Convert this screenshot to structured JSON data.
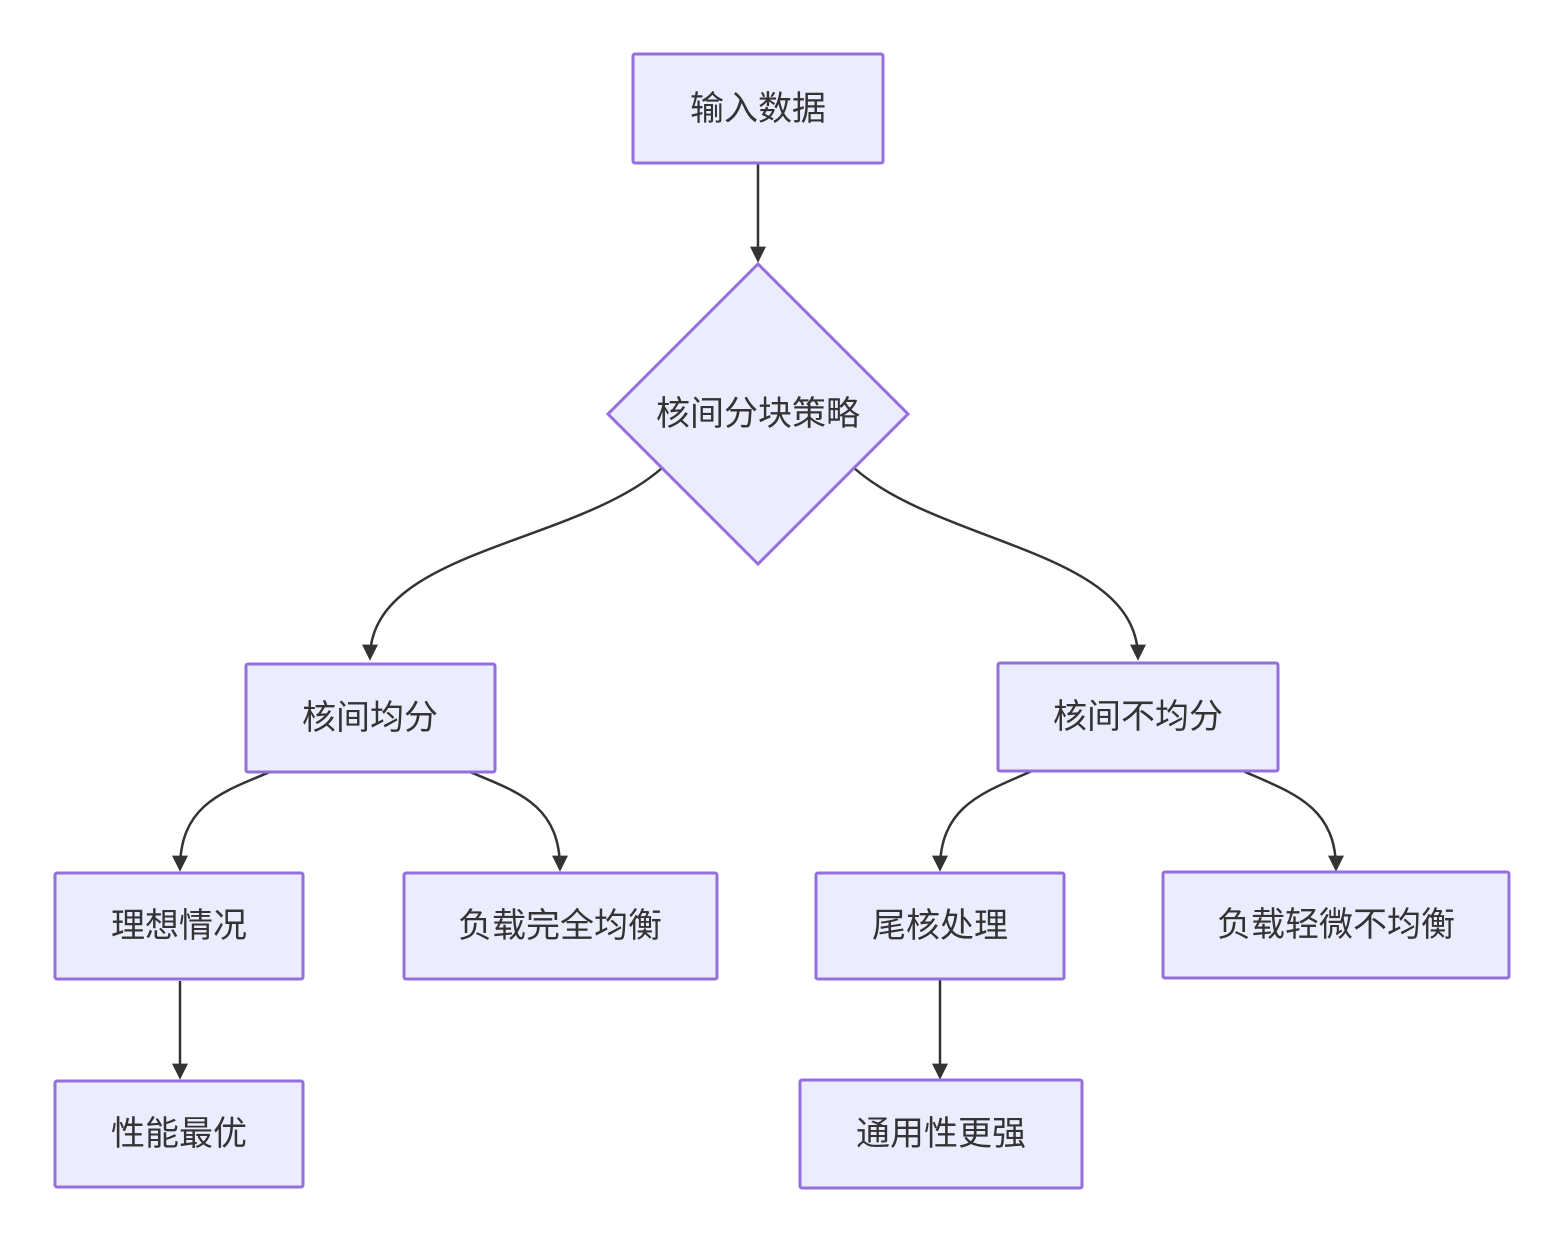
{
  "diagram": {
    "type": "flowchart",
    "direction": "top-down",
    "background": "#FFFFFF",
    "colors": {
      "node_fill": "#ECECFF",
      "node_border": "#9370DB",
      "edge_line": "#333333",
      "arrowhead": "#333333",
      "text": "#333333"
    },
    "nodes": [
      {
        "id": "input",
        "label": "输入数据",
        "shape": "rectangle"
      },
      {
        "id": "strategy",
        "label": "核间分块策略",
        "shape": "diamond"
      },
      {
        "id": "equal-split",
        "label": "核间均分",
        "shape": "rectangle"
      },
      {
        "id": "unequal-split",
        "label": "核间不均分",
        "shape": "rectangle"
      },
      {
        "id": "ideal-case",
        "label": "理想情况",
        "shape": "rectangle"
      },
      {
        "id": "fully-balanced",
        "label": "负载完全均衡",
        "shape": "rectangle"
      },
      {
        "id": "tail-core",
        "label": "尾核处理",
        "shape": "rectangle"
      },
      {
        "id": "slightly-unbalanced",
        "label": "负载轻微不均衡",
        "shape": "rectangle"
      },
      {
        "id": "best-performance",
        "label": "性能最优",
        "shape": "rectangle"
      },
      {
        "id": "more-general",
        "label": "通用性更强",
        "shape": "rectangle"
      }
    ],
    "edges": [
      {
        "from": "输入数据",
        "to": "核间分块策略"
      },
      {
        "from": "核间分块策略",
        "to": "核间均分"
      },
      {
        "from": "核间分块策略",
        "to": "核间不均分"
      },
      {
        "from": "核间均分",
        "to": "理想情况"
      },
      {
        "from": "核间均分",
        "to": "负载完全均衡"
      },
      {
        "from": "核间不均分",
        "to": "尾核处理"
      },
      {
        "from": "核间不均分",
        "to": "负载轻微不均衡"
      },
      {
        "from": "理想情况",
        "to": "性能最优"
      },
      {
        "from": "尾核处理",
        "to": "通用性更强"
      }
    ]
  }
}
